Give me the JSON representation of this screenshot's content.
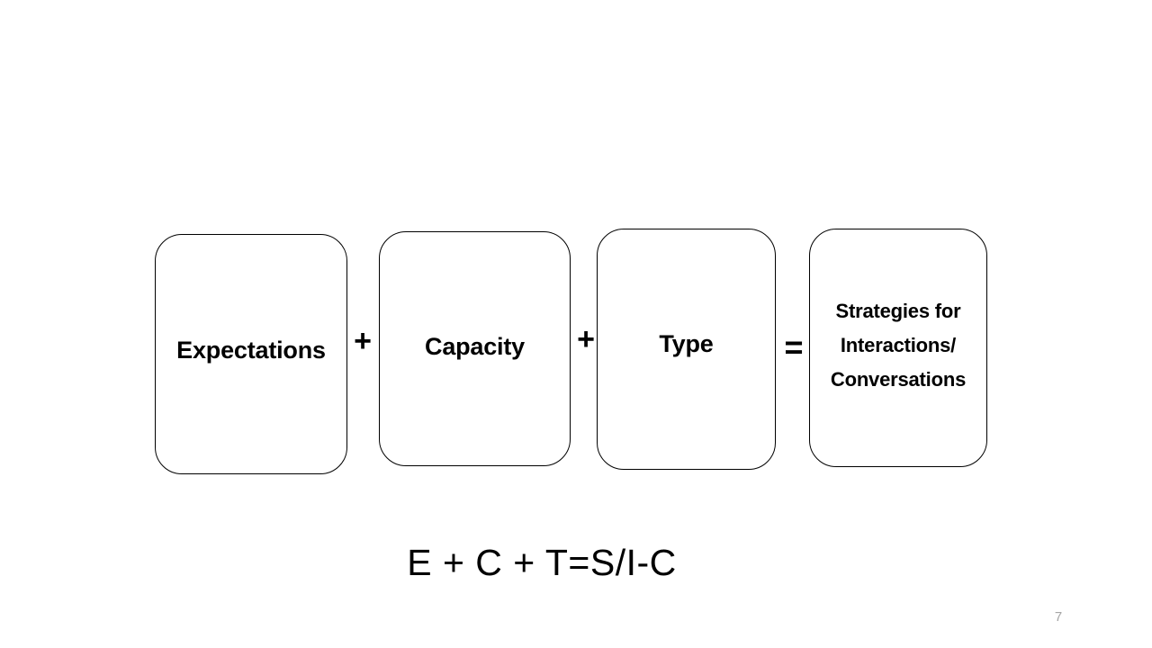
{
  "slide": {
    "background_color": "#ffffff",
    "text_color": "#000000",
    "slide_number": "7",
    "slide_number_color": "#a6a6a6"
  },
  "diagram": {
    "type": "equation-flow",
    "boxes": [
      {
        "id": "expectations",
        "label": "Expectations"
      },
      {
        "id": "capacity",
        "label": "Capacity"
      },
      {
        "id": "type",
        "label": "Type"
      },
      {
        "id": "strategies",
        "label": "Strategies for\nInteractions/\nConversations"
      }
    ],
    "operators": [
      {
        "id": "plus-1",
        "symbol": "+"
      },
      {
        "id": "plus-2",
        "symbol": "+"
      },
      {
        "id": "equals",
        "symbol": "="
      }
    ]
  },
  "formula": {
    "text": "E + C + T=S/I-C"
  }
}
